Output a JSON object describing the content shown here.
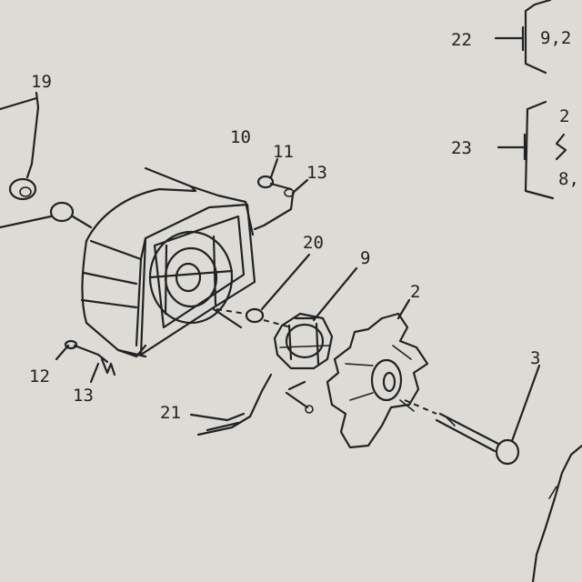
{
  "callouts": {
    "c19": "19",
    "c10": "10",
    "c11": "11",
    "c13a": "13",
    "c20": "20",
    "c9": "9",
    "c2": "2",
    "c3": "3",
    "c12": "12",
    "c13b": "13",
    "c21": "21",
    "c22": "22",
    "c23": "23"
  },
  "legend": {
    "row22_text": "9,2",
    "row23_top": "2",
    "row23_bottom": "8,"
  }
}
